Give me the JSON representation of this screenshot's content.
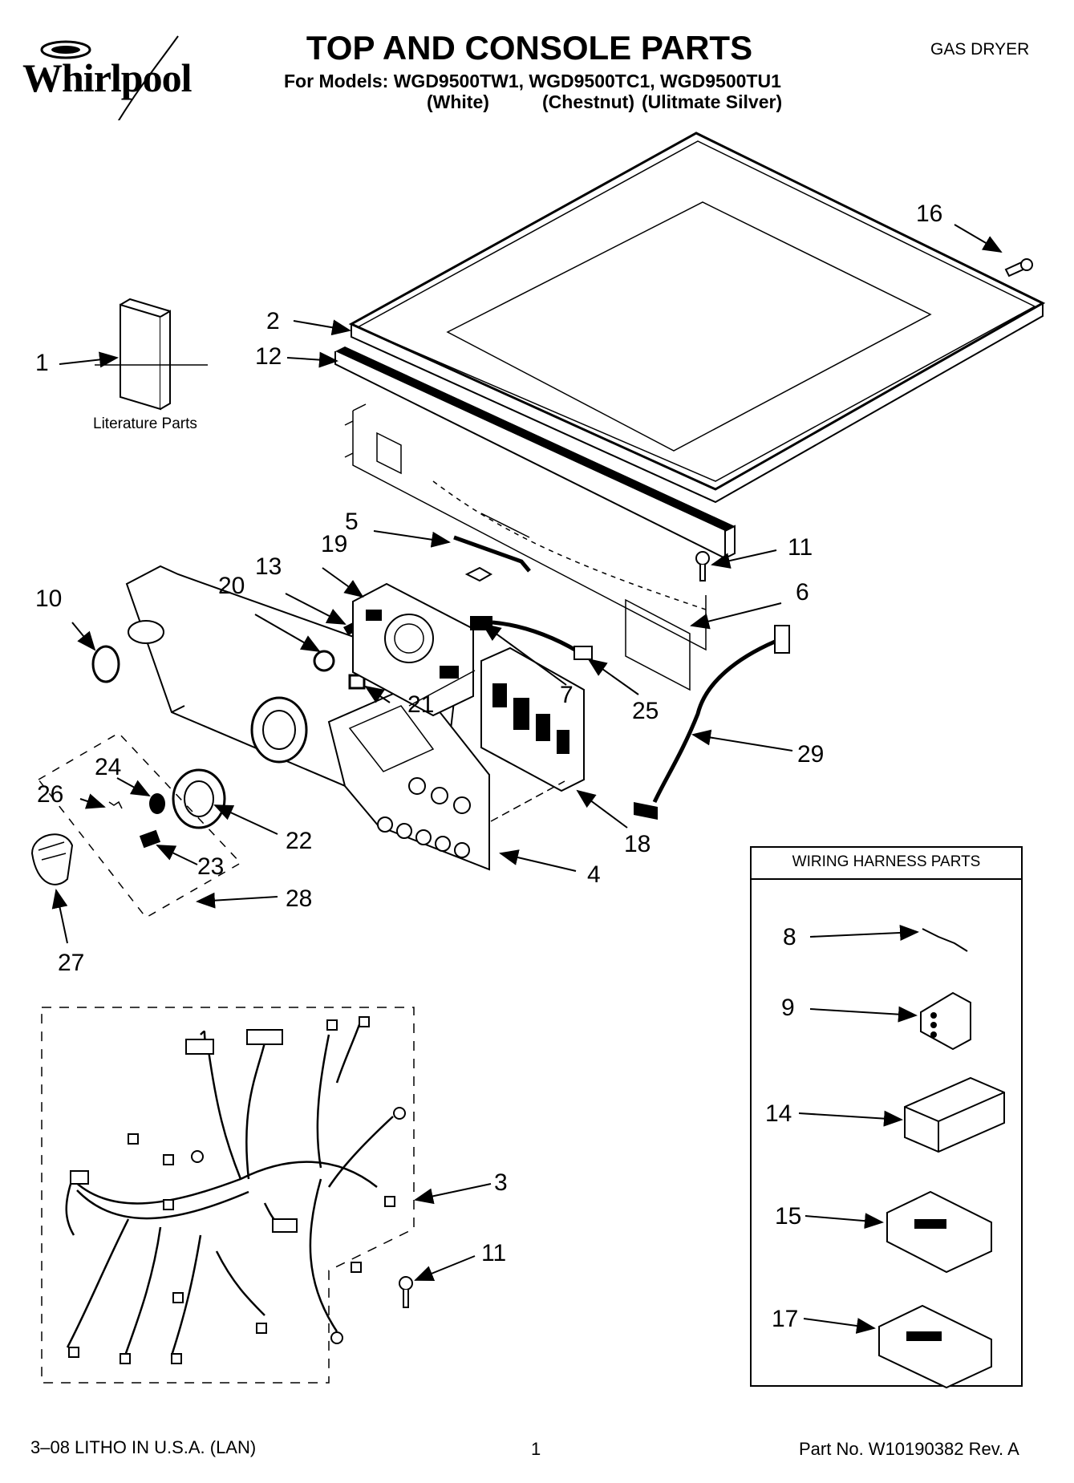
{
  "header": {
    "brand": "Whirlpool",
    "title": "TOP AND CONSOLE PARTS",
    "models_line": "For Models: WGD9500TW1, WGD9500TC1, WGD9500TU1",
    "color_white": "(White)",
    "color_chestnut": "(Chestnut)",
    "color_silver": "(Ulitmate Silver)",
    "appliance_type": "GAS DRYER"
  },
  "literature_label": "Literature Parts",
  "wiring_box_title": "WIRING HARNESS PARTS",
  "callouts": {
    "c1": "1",
    "c2": "2",
    "c3": "3",
    "c4": "4",
    "c5": "5",
    "c6": "6",
    "c7": "7",
    "c8": "8",
    "c9": "9",
    "c10": "10",
    "c11a": "11",
    "c11b": "11",
    "c12": "12",
    "c13": "13",
    "c14": "14",
    "c15": "15",
    "c16": "16",
    "c17": "17",
    "c18": "18",
    "c19": "19",
    "c20": "20",
    "c21": "21",
    "c22": "22",
    "c23": "23",
    "c24": "24",
    "c25": "25",
    "c26": "26",
    "c27": "27",
    "c28": "28",
    "c29": "29"
  },
  "footer": {
    "litho": "3–08 LITHO IN U.S.A. (LAN)",
    "page_number": "1",
    "part_number": "Part No. W10190382 Rev. A"
  }
}
